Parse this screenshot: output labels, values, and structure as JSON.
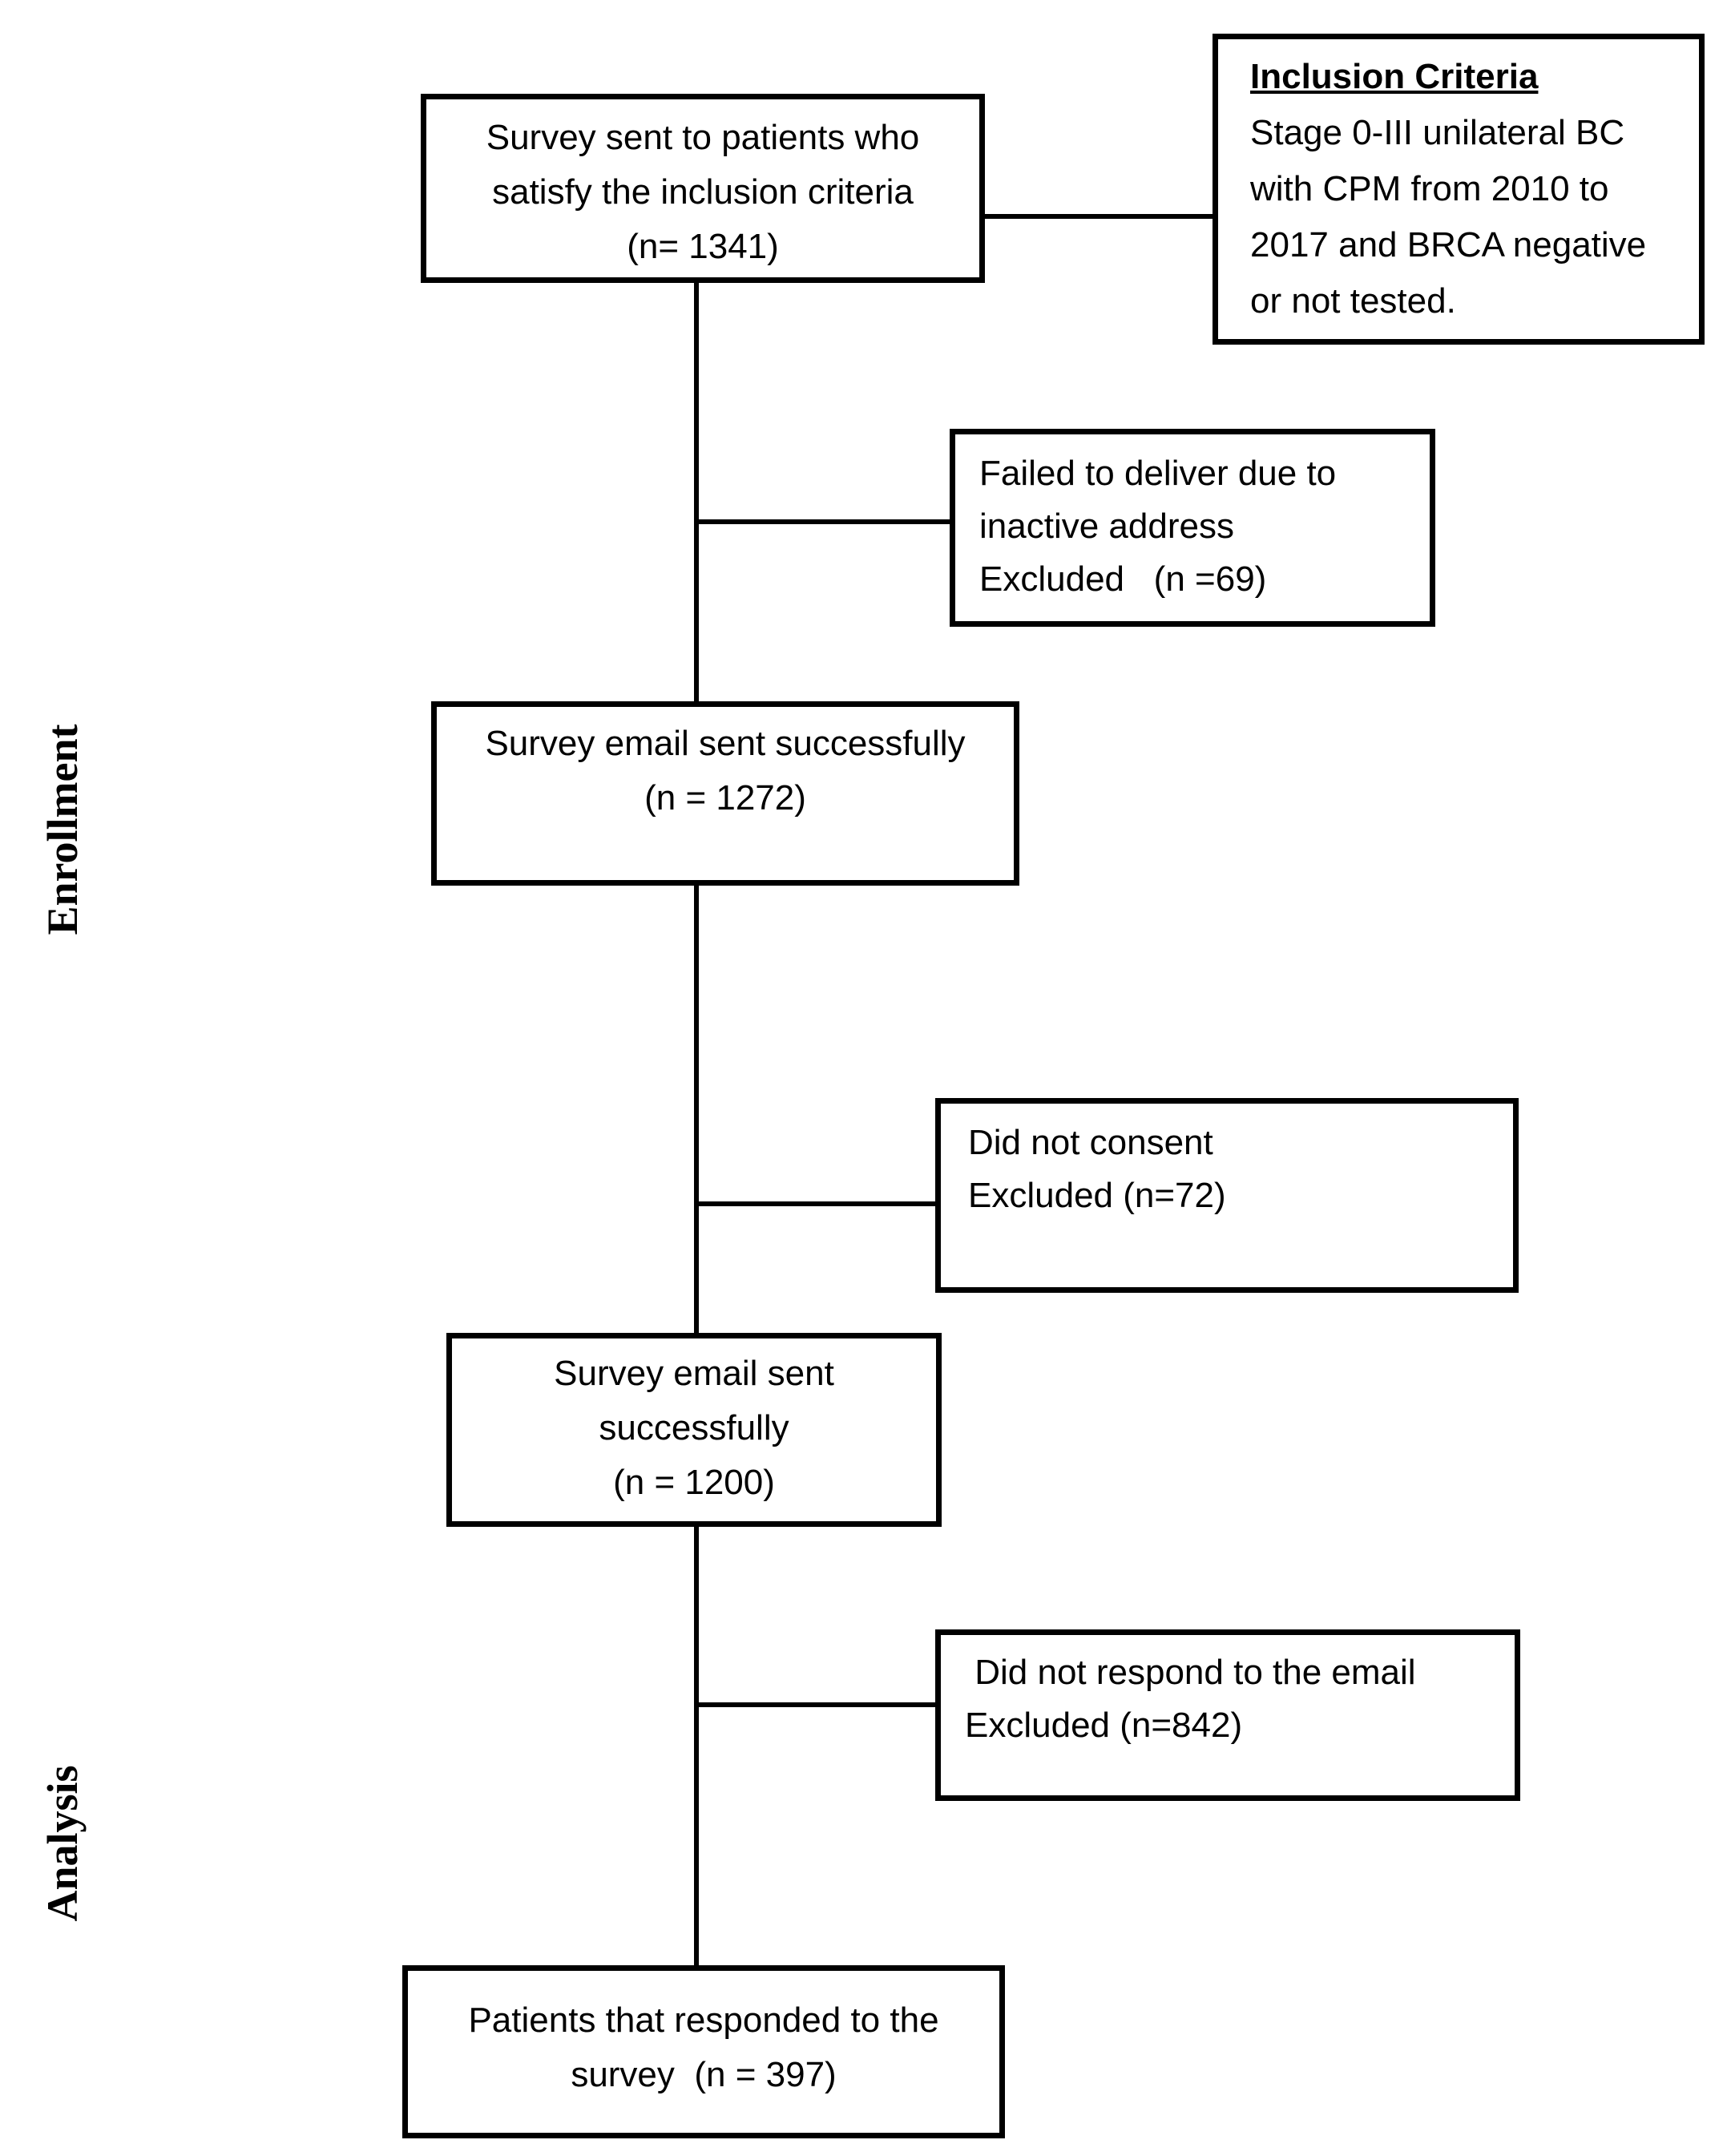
{
  "palette": {
    "ink": "#000000",
    "paper": "#ffffff"
  },
  "side_labels": {
    "enrollment": "Enrollment",
    "analysis": "Analysis"
  },
  "flow": {
    "sent": {
      "lines": [
        "Survey sent to patients who",
        "satisfy the inclusion criteria",
        "(n= 1341)"
      ]
    },
    "inclusion": {
      "title": "Inclusion Criteria",
      "lines": [
        "Stage 0-III unilateral BC",
        "with CPM from 2010 to",
        "2017 and BRCA negative",
        "or not tested."
      ]
    },
    "failed_delivery": {
      "lines": [
        "Failed to deliver due to",
        "inactive address",
        "Excluded   (n =69)"
      ]
    },
    "sent_success_1": {
      "lines": [
        "Survey email sent successfully",
        "(n = 1272)"
      ]
    },
    "no_consent": {
      "lines": [
        "Did not consent",
        "Excluded (n=72)"
      ]
    },
    "sent_success_2": {
      "lines": [
        "Survey email sent",
        "successfully",
        "(n = 1200)"
      ]
    },
    "no_response": {
      "lines": [
        " Did not respond to the email",
        "Excluded (n=842)"
      ]
    },
    "responded": {
      "lines": [
        "Patients that responded to the",
        "survey  (n = 397)"
      ]
    }
  }
}
